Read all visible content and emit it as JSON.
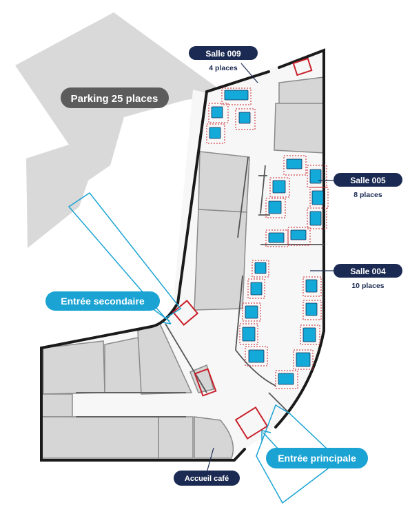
{
  "colors": {
    "navy": "#1b2a52",
    "cyan": "#1aa3d3",
    "gray_block": "#d3d3d3",
    "gray_dark_pill": "#5c5c5c",
    "red": "#c8202a",
    "desk_blue": "#13a9d8",
    "wall": "#1a1a1a"
  },
  "parking": {
    "label": "Parking 25 places"
  },
  "rooms": [
    {
      "name": "Salle 009",
      "places": "4 places"
    },
    {
      "name": "Salle 005",
      "places": "8 places"
    },
    {
      "name": "Salle 004",
      "places": "10 places"
    }
  ],
  "entrances": {
    "secondary": "Entrée secondaire",
    "main": "Entrée principale"
  },
  "reception": {
    "label": "Accueil café"
  },
  "icons": [
    "desk-icon",
    "entrance-arrow-icon",
    "door-marker-icon"
  ]
}
